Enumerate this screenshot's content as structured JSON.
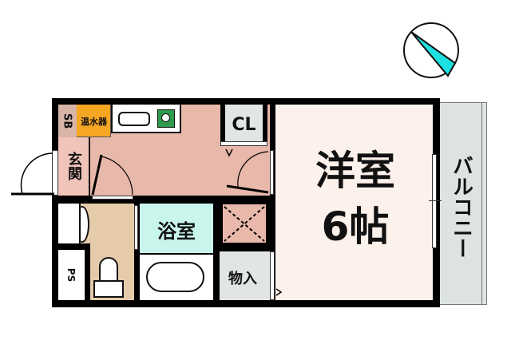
{
  "floor_plan": {
    "layout_type": "1K",
    "colors": {
      "wall": "#000000",
      "western_room": "#fdf2eb",
      "kitchen": "#e8b8aa",
      "entrance": "#f0c4b8",
      "shoebox": "#d9b5a8",
      "water_heater": "#f5a623",
      "toilet_room": "#e5cba9",
      "bathroom": "#c8f5ec",
      "storage": "#e1e5e5",
      "balcony": "#dde3e3",
      "stove": "#2e9a4c",
      "compass_needle": "#1de0e0"
    },
    "rooms": {
      "western_room": {
        "label": "洋室",
        "size": "6帖"
      },
      "balcony": {
        "label": "バルコニー"
      },
      "closet": {
        "label": "CL"
      },
      "storage": {
        "label": "物入"
      },
      "bathroom": {
        "label": "浴室"
      },
      "entrance": {
        "label": "玄関"
      },
      "shoebox": {
        "label": "SB"
      },
      "water_heater": {
        "label": "温水器"
      },
      "pipe_space": {
        "label": "PS"
      }
    },
    "compass": {
      "icon": "north-arrow-icon"
    }
  }
}
